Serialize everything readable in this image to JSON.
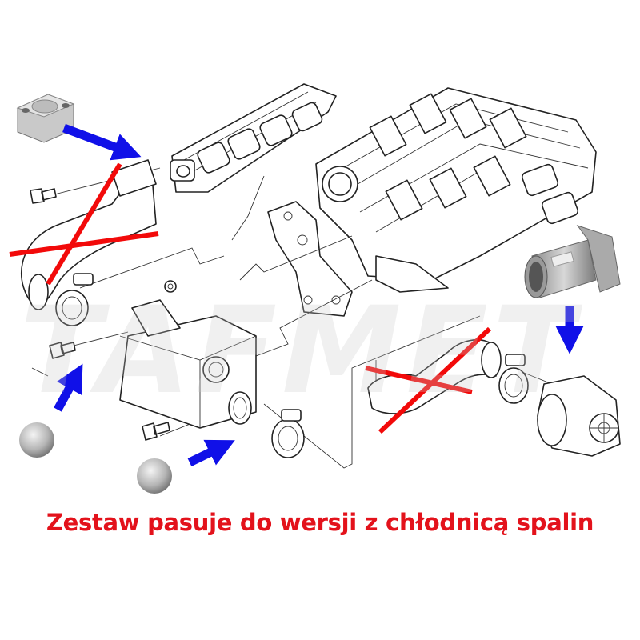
{
  "caption": "Zestaw pasuje do wersji z chłodnicą spalin",
  "watermark": "TAFMET",
  "colors": {
    "caption": "#e3121b",
    "arrow": "#1010e8",
    "cross": "#f20a0a",
    "cap": "#b8b8b8"
  },
  "icons": [
    "blue-arrow",
    "red-cross",
    "blanking-cap",
    "egr-blanking-plate",
    "egr-adapter-pipe"
  ]
}
